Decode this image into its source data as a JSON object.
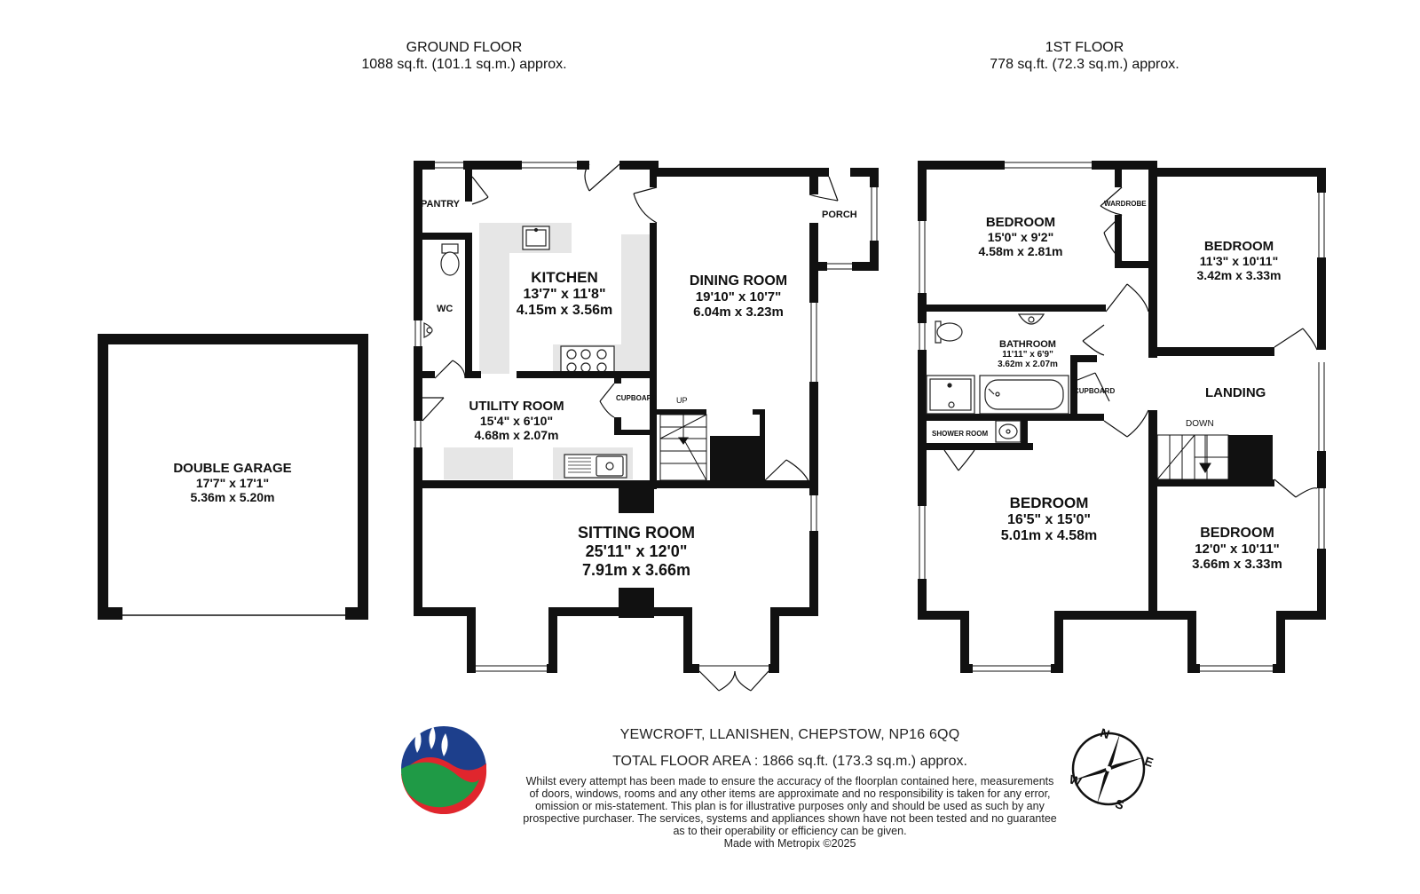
{
  "headers": {
    "ground_title": "GROUND FLOOR",
    "ground_area": "1088 sq.ft. (101.1 sq.m.) approx.",
    "first_title": "1ST FLOOR",
    "first_area": "778 sq.ft. (72.3 sq.m.) approx."
  },
  "rooms": {
    "garage": {
      "name": "DOUBLE GARAGE",
      "imperial": "17'7\"  x 17'1\"",
      "metric": "5.36m  x 5.20m"
    },
    "pantry": {
      "name": "PANTRY"
    },
    "wc": {
      "name": "WC"
    },
    "kitchen": {
      "name": "KITCHEN",
      "imperial": "13'7\"  x 11'8\"",
      "metric": "4.15m  x 3.56m"
    },
    "dining": {
      "name": "DINING ROOM",
      "imperial": "19'10\"  x 10'7\"",
      "metric": "6.04m  x 3.23m"
    },
    "porch": {
      "name": "PORCH"
    },
    "utility": {
      "name": "UTILITY ROOM",
      "imperial": "15'4\"  x 6'10\"",
      "metric": "4.68m  x 2.07m"
    },
    "cupboard_g": {
      "name": "CUPBOARD"
    },
    "up": {
      "name": "UP"
    },
    "sitting": {
      "name": "SITTING ROOM",
      "imperial": "25'11\"  x 12'0\"",
      "metric": "7.91m  x 3.66m"
    },
    "bed1": {
      "name": "BEDROOM",
      "imperial": "15'0\"  x 9'2\"",
      "metric": "4.58m  x 2.81m"
    },
    "wardrobe": {
      "name": "WARDROBE"
    },
    "bed2": {
      "name": "BEDROOM",
      "imperial": "11'3\"  x 10'11\"",
      "metric": "3.42m  x 3.33m"
    },
    "bathroom": {
      "name": "BATHROOM",
      "imperial": "11'11\"  x 6'9\"",
      "metric": "3.62m  x 2.07m"
    },
    "cupboard_f": {
      "name": "CUPBOARD"
    },
    "landing": {
      "name": "LANDING"
    },
    "down": {
      "name": "DOWN"
    },
    "shower": {
      "name": "SHOWER ROOM"
    },
    "bed3": {
      "name": "BEDROOM",
      "imperial": "16'5\"  x 15'0\"",
      "metric": "5.01m  x 4.58m"
    },
    "bed4": {
      "name": "BEDROOM",
      "imperial": "12'0\"  x 10'11\"",
      "metric": "3.66m  x 3.33m"
    }
  },
  "footer": {
    "address": "YEWCROFT, LLANISHEN, CHEPSTOW, NP16 6QQ",
    "total_area": "TOTAL FLOOR AREA : 1866 sq.ft. (173.3 sq.m.) approx.",
    "disclaimer_lines": [
      "Whilst every attempt has been made to ensure the accuracy of the floorplan contained here, measurements",
      "of doors, windows, rooms and any other items are approximate and no responsibility is taken for any error,",
      "omission or mis-statement. This plan is for illustrative purposes only and should be used as such by any",
      "prospective purchaser. The services, systems and appliances shown have not been tested and no guarantee",
      "as to their operability or efficiency can be given."
    ],
    "made_with": "Made with Metropix ©2025"
  },
  "compass": {
    "n": "N",
    "e": "E",
    "s": "S",
    "w": "W"
  },
  "colors": {
    "wall": "#111111",
    "fixture": "#e6e6e6",
    "logo_blue": "#1d3f8c",
    "logo_green": "#1f9a46",
    "logo_red": "#e0262d"
  }
}
